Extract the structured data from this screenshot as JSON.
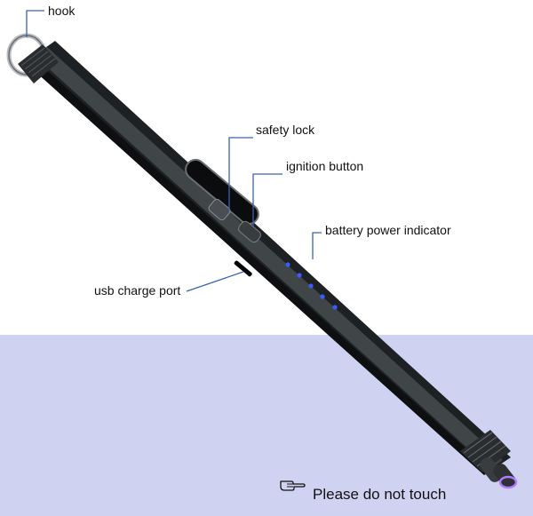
{
  "labels": {
    "hook": "hook",
    "safety_lock": "safety lock",
    "ignition_button": "ignition button",
    "battery_power_indicator": "battery power indicator",
    "usb_charge_port": "usb charge port"
  },
  "warning": {
    "text": "Please do not touch",
    "icon": "pointing-hand-icon"
  },
  "colors": {
    "background_band": "#cfd3f1",
    "body": "#1c1f21",
    "indicator_leds": "#3b5bff",
    "leader_lines": "#3a63a8",
    "arc_glow": "#b07cff"
  }
}
